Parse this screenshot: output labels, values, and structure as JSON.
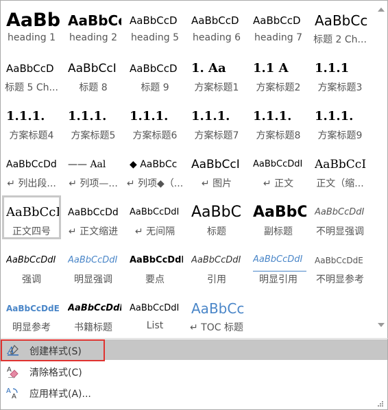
{
  "styles": [
    {
      "name": "heading-1",
      "preview": "AaBb",
      "label": "heading 1",
      "ff": "\"DejaVu Sans\", sans-serif",
      "fs": 27,
      "fw": "bold",
      "fi": "normal",
      "color": "#000000"
    },
    {
      "name": "heading-2",
      "preview": "AaBbCc",
      "label": "heading 2",
      "ff": "\"DejaVu Sans\", sans-serif",
      "fs": 20,
      "fw": "bold",
      "fi": "normal",
      "color": "#000000"
    },
    {
      "name": "heading-5",
      "preview": "AaBbCcD",
      "label": "heading 5",
      "ff": "\"DejaVu Sans\", sans-serif",
      "fs": 15,
      "fw": "normal",
      "fi": "normal",
      "color": "#000000"
    },
    {
      "name": "heading-6",
      "preview": "AaBbCcD",
      "label": "heading 6",
      "ff": "\"DejaVu Sans\", sans-serif",
      "fs": 15,
      "fw": "normal",
      "fi": "normal",
      "color": "#000000"
    },
    {
      "name": "heading-7",
      "preview": "AaBbCcD",
      "label": "heading 7",
      "ff": "\"DejaVu Sans\", sans-serif",
      "fs": 15,
      "fw": "normal",
      "fi": "normal",
      "color": "#000000"
    },
    {
      "name": "title-2-ch",
      "preview": "AaBbCc",
      "label": "标题 2 Ch...",
      "ff": "\"DejaVu Sans\", sans-serif",
      "fs": 20,
      "fw": "normal",
      "fi": "normal",
      "color": "#000000"
    },
    {
      "name": "title-5-ch",
      "preview": "AaBbCcD",
      "label": "标题 5 Ch...",
      "ff": "\"DejaVu Sans\", sans-serif",
      "fs": 15,
      "fw": "normal",
      "fi": "normal",
      "color": "#000000"
    },
    {
      "name": "title-8",
      "preview": "AaBbCcI",
      "label": "标题 8",
      "ff": "\"DejaVu Sans\", sans-serif",
      "fs": 17,
      "fw": "normal",
      "fi": "normal",
      "color": "#000000"
    },
    {
      "name": "title-9",
      "preview": "AaBbCcD",
      "label": "标题 9",
      "ff": "\"DejaVu Sans\", sans-serif",
      "fs": 15,
      "fw": "normal",
      "fi": "normal",
      "color": "#000000"
    },
    {
      "name": "scheme-title-1",
      "preview": "1.    Aa",
      "label": "方案标题1",
      "ff": "\"DejaVu Serif\", serif",
      "fs": 18,
      "fw": "bold",
      "fi": "normal",
      "color": "#000000"
    },
    {
      "name": "scheme-title-2",
      "preview": "1.1    A",
      "label": "方案标题2",
      "ff": "\"DejaVu Serif\", serif",
      "fs": 18,
      "fw": "bold",
      "fi": "normal",
      "color": "#000000"
    },
    {
      "name": "scheme-title-3",
      "preview": "1.1.1",
      "label": "方案标题3",
      "ff": "\"DejaVu Serif\", serif",
      "fs": 18,
      "fw": "bold",
      "fi": "normal",
      "color": "#000000"
    },
    {
      "name": "scheme-title-4",
      "preview": "1.1.1.",
      "label": "方案标题4",
      "ff": "\"DejaVu Serif\", serif",
      "fs": 18,
      "fw": "bold",
      "fi": "normal",
      "color": "#000000"
    },
    {
      "name": "scheme-title-5",
      "preview": "1.1.1.",
      "label": "方案标题5",
      "ff": "\"DejaVu Serif\", serif",
      "fs": 18,
      "fw": "bold",
      "fi": "normal",
      "color": "#000000"
    },
    {
      "name": "scheme-title-6",
      "preview": "1.1.1.",
      "label": "方案标题6",
      "ff": "\"DejaVu Serif\", serif",
      "fs": 18,
      "fw": "bold",
      "fi": "normal",
      "color": "#000000"
    },
    {
      "name": "scheme-title-7",
      "preview": "1.1.1.",
      "label": "方案标题7",
      "ff": "\"DejaVu Serif\", serif",
      "fs": 18,
      "fw": "bold",
      "fi": "normal",
      "color": "#000000"
    },
    {
      "name": "scheme-title-8",
      "preview": "1.1.1.",
      "label": "方案标题8",
      "ff": "\"DejaVu Serif\", serif",
      "fs": 18,
      "fw": "bold",
      "fi": "normal",
      "color": "#000000"
    },
    {
      "name": "scheme-title-9",
      "preview": "1.1.1.",
      "label": "方案标题9",
      "ff": "\"DejaVu Serif\", serif",
      "fs": 18,
      "fw": "bold",
      "fi": "normal",
      "color": "#000000"
    },
    {
      "name": "list-paragraph",
      "preview": "AaBbCcDd",
      "label": "↵ 列出段...",
      "ff": "\"DejaVu Sans\", sans-serif",
      "fs": 14,
      "fw": "normal",
      "fi": "normal",
      "color": "#000000"
    },
    {
      "name": "list-item-dash",
      "preview": "——  Aal",
      "label": "↵ 列项—...",
      "ff": "\"DejaVu Serif\", serif",
      "fs": 14,
      "fw": "normal",
      "fi": "normal",
      "color": "#000000"
    },
    {
      "name": "list-item-diamond",
      "preview": "◆ AaBbCc",
      "label": "↵ 列项◆（...",
      "ff": "\"DejaVu Sans\", sans-serif",
      "fs": 14,
      "fw": "normal",
      "fi": "normal",
      "color": "#000000"
    },
    {
      "name": "picture",
      "preview": "AaBbCcI",
      "label": "↵ 图片",
      "ff": "\"DejaVu Sans\", sans-serif",
      "fs": 17,
      "fw": "normal",
      "fi": "normal",
      "color": "#000000"
    },
    {
      "name": "body-text",
      "preview": "AaBbCcDdI",
      "label": "↵ 正文",
      "ff": "\"DejaVu Sans\", sans-serif",
      "fs": 13,
      "fw": "normal",
      "fi": "normal",
      "color": "#000000"
    },
    {
      "name": "body-indent",
      "preview": "AaBbCcI",
      "label": "正文（缩...",
      "ff": "\"DejaVu Serif\", serif",
      "fs": 17,
      "fw": "normal",
      "fi": "normal",
      "color": "#000000"
    },
    {
      "name": "body-size-4",
      "preview": "AaBbCcI",
      "label": "正文四号",
      "ff": "\"DejaVu Serif\", serif",
      "fs": 18,
      "fw": "normal",
      "fi": "normal",
      "color": "#000000"
    },
    {
      "name": "body-first-indent",
      "preview": "AaBbCcDd",
      "label": "↵ 正文缩进",
      "ff": "\"DejaVu Sans\", sans-serif",
      "fs": 14,
      "fw": "normal",
      "fi": "normal",
      "color": "#000000"
    },
    {
      "name": "no-spacing",
      "preview": "AaBbCcDdI",
      "label": "↵ 无间隔",
      "ff": "\"DejaVu Sans\", sans-serif",
      "fs": 13,
      "fw": "normal",
      "fi": "normal",
      "color": "#000000"
    },
    {
      "name": "title",
      "preview": "AaBbC",
      "label": "标题",
      "ff": "\"DejaVu Sans\", sans-serif",
      "fs": 22,
      "fw": "normal",
      "fi": "normal",
      "color": "#000000"
    },
    {
      "name": "subtitle",
      "preview": "AaBbC",
      "label": "副标题",
      "ff": "\"DejaVu Sans\", sans-serif",
      "fs": 22,
      "fw": "bold",
      "fi": "normal",
      "color": "#000000"
    },
    {
      "name": "subtle-emphasis",
      "preview": "AaBbCcDdI",
      "label": "不明显强调",
      "ff": "\"DejaVu Sans\", sans-serif",
      "fs": 13,
      "fw": "normal",
      "fi": "italic",
      "color": "#555555"
    },
    {
      "name": "emphasis",
      "preview": "AaBbCcDdI",
      "label": "强调",
      "ff": "\"DejaVu Sans\", sans-serif",
      "fs": 13,
      "fw": "normal",
      "fi": "italic",
      "color": "#000000"
    },
    {
      "name": "intense-emphasis",
      "preview": "AaBbCcDdI",
      "label": "明显强调",
      "ff": "\"DejaVu Sans\", sans-serif",
      "fs": 13,
      "fw": "normal",
      "fi": "italic",
      "color": "#4a86c8"
    },
    {
      "name": "strong",
      "preview": "AaBbCcDdI",
      "label": "要点",
      "ff": "\"DejaVu Sans\", sans-serif",
      "fs": 13,
      "fw": "bold",
      "fi": "normal",
      "color": "#000000"
    },
    {
      "name": "quote",
      "preview": "AaBbCcDdI",
      "label": "引用",
      "ff": "\"DejaVu Sans\", sans-serif",
      "fs": 13,
      "fw": "normal",
      "fi": "italic",
      "color": "#333333"
    },
    {
      "name": "intense-quote",
      "preview": "AaBbCcDdI",
      "label": "明显引用",
      "ff": "\"DejaVu Sans\", sans-serif",
      "fs": 13,
      "fw": "normal",
      "fi": "italic",
      "color": "#4a86c8"
    },
    {
      "name": "subtle-reference",
      "preview": "AaBbCcDdE",
      "label": "不明显参考",
      "ff": "\"DejaVu Sans\", sans-serif",
      "fs": 12,
      "fw": "normal",
      "fi": "normal",
      "color": "#555555"
    },
    {
      "name": "intense-reference",
      "preview": "AaBbCcDdE",
      "label": "明显参考",
      "ff": "\"DejaVu Sans\", sans-serif",
      "fs": 12,
      "fw": "bold",
      "fi": "normal",
      "color": "#4a86c8"
    },
    {
      "name": "book-title",
      "preview": "AaBbCcDdI",
      "label": "书籍标题",
      "ff": "\"DejaVu Sans\", sans-serif",
      "fs": 13,
      "fw": "bold",
      "fi": "italic",
      "color": "#000000"
    },
    {
      "name": "list",
      "preview": "AaBbCcDdI",
      "label": "List",
      "ff": "\"DejaVu Sans\", sans-serif",
      "fs": 13,
      "fw": "normal",
      "fi": "normal",
      "color": "#000000"
    },
    {
      "name": "toc-heading",
      "preview": "AaBbCc",
      "label": "↵ TOC 标题",
      "ff": "\"DejaVu Sans\", sans-serif",
      "fs": 20,
      "fw": "normal",
      "fi": "normal",
      "color": "#4a86c8"
    }
  ],
  "selected_style": "正文四号",
  "menu": {
    "create": "创建样式(S)",
    "clear": "清除格式(C)",
    "apply": "应用样式(A)..."
  },
  "colors": {
    "menu_highlight": "#c6c6c6",
    "annotation_box": "#e0322f",
    "accent_blue": "#4a86c8"
  }
}
